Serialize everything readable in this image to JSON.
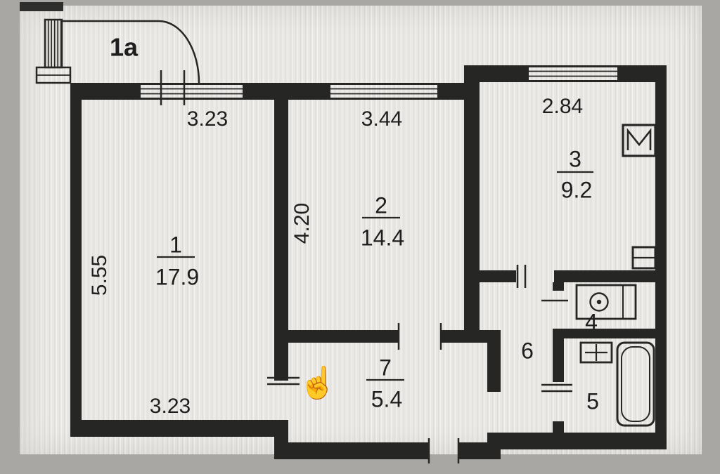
{
  "balcony": {
    "label": "1a"
  },
  "rooms": {
    "r1": {
      "number": "1",
      "area": "17.9"
    },
    "r2": {
      "number": "2",
      "area": "14.4"
    },
    "r3": {
      "number": "3",
      "area": "9.2"
    },
    "r4": {
      "number": "4"
    },
    "r5": {
      "number": "5"
    },
    "r6": {
      "number": "6"
    },
    "r7": {
      "number": "7",
      "area": "5.4"
    }
  },
  "dimensions": {
    "top_left": "3.23",
    "top_middle": "3.44",
    "top_right": "2.84",
    "left_vertical": "5.55",
    "middle_vertical": "4.20",
    "bottom_left": "3.23"
  },
  "icons": {
    "stove": "stove-icon",
    "vent": "vent-box-icon",
    "sink": "washbasin-icon",
    "heater": "heater-cross-icon",
    "bathtub": "bathtub-icon",
    "cursor": "hand-cursor-icon"
  },
  "cursor": {
    "glyph": "☝"
  },
  "colors": {
    "ink": "#262624",
    "paper": "#e9e7e3",
    "frame": "#a8a7a4"
  }
}
